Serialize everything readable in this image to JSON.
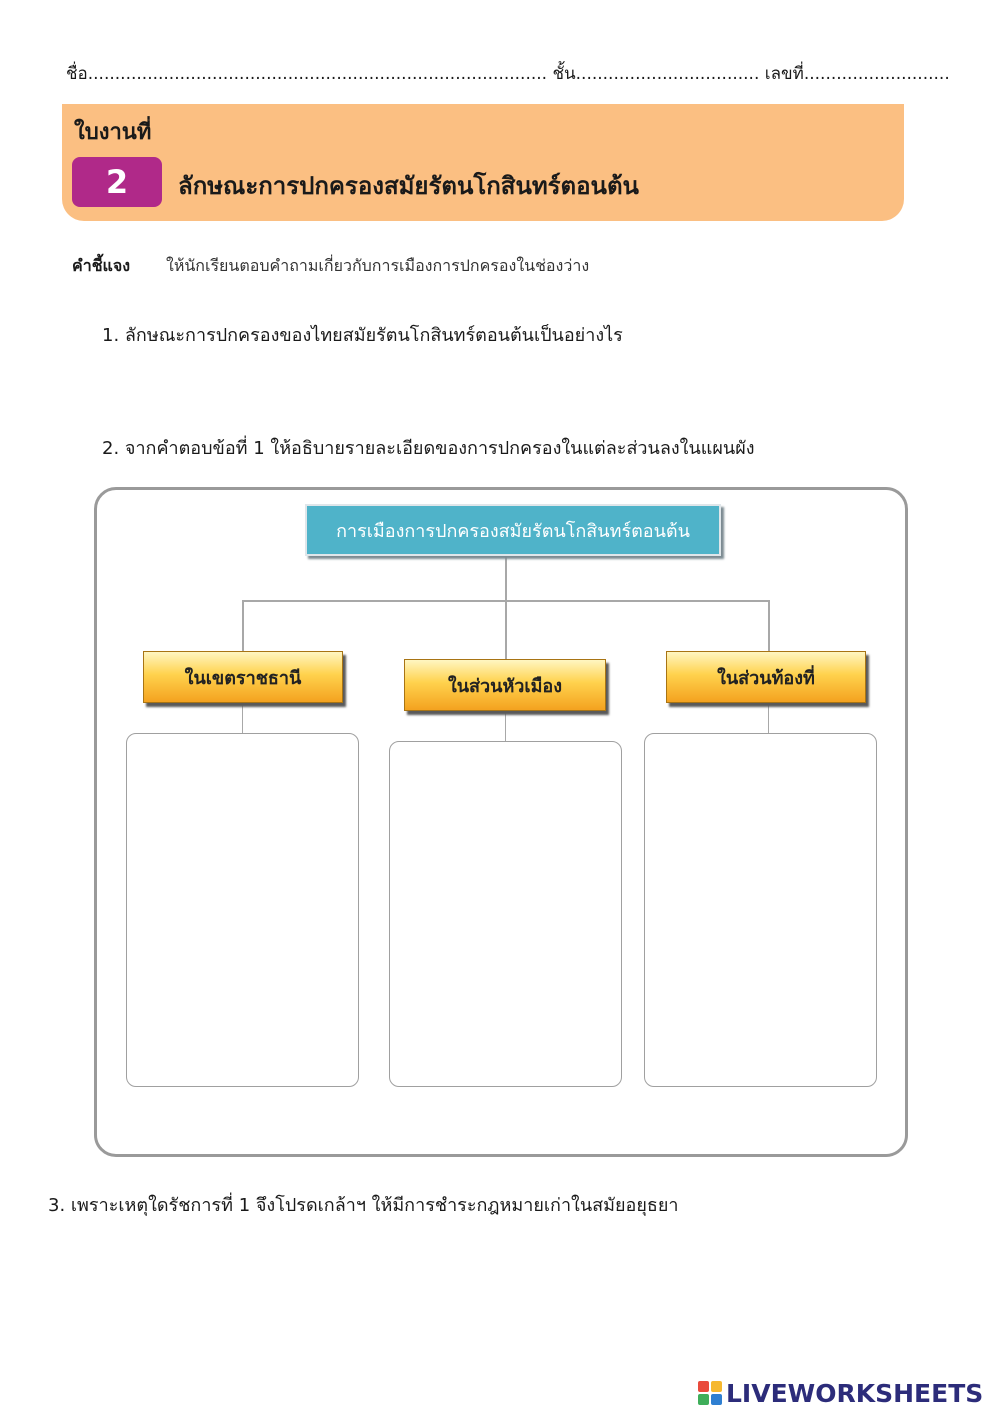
{
  "header": {
    "name_line": "ชื่อ..................................................................................... ชั้น.................................. เลขที่..........................."
  },
  "banner": {
    "label": "ใบงานที่",
    "number": "2",
    "title": "ลักษณะการปกครองสมัยรัตนโกสินทร์ตอนต้น",
    "color": "#fbbf82",
    "number_color": "#b02989"
  },
  "instruction": {
    "label": "คำชี้แจง",
    "text": "ให้นักเรียนตอบคำถามเกี่ยวกับการเมืองการปกครองในช่องว่าง"
  },
  "questions": [
    "1.  ลักษณะการปกครองของไทยสมัยรัตนโกสินทร์ตอนต้นเป็นอย่างไร",
    "2.  จากคำตอบข้อที่ 1 ให้อธิบายรายละเอียดของการปกครองในแต่ละส่วนลงในแผนผัง",
    "3. เพราะเหตุใดรัชการที่ 1 จึงโปรดเกล้าฯ ให้มีการชำระกฎหมายเก่าในสมัยอยุธยา"
  ],
  "diagram": {
    "root": "การเมืองการปกครองสมัยรัตนโกสินทร์ตอนต้น",
    "branches": [
      "ในเขตราชธานี",
      "ในส่วนหัวเมือง",
      "ในส่วนท้องที่"
    ]
  },
  "footer": {
    "logo_text": "LIVEWORKSHEETS"
  }
}
